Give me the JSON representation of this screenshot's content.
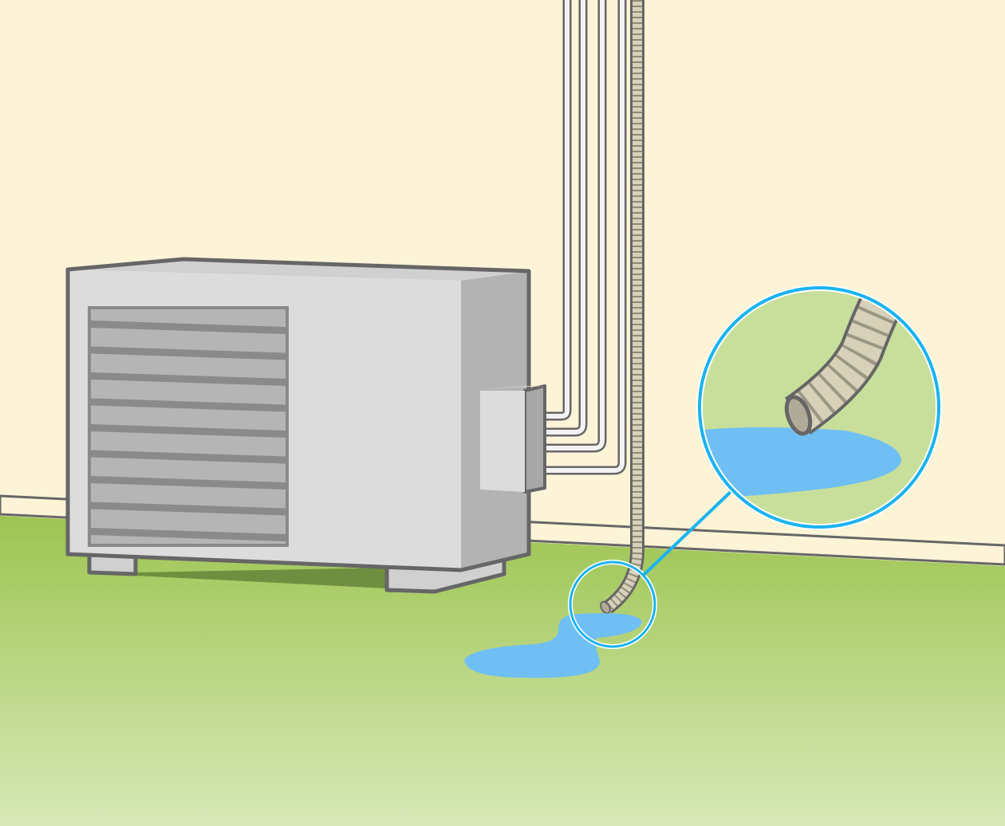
{
  "colors": {
    "wall": "#fdf4d8",
    "ground_top": "#9dc451",
    "ground_bottom": "#d8e8b8",
    "outline": "#666666",
    "unit_front": "#dcdcdc",
    "unit_side": "#b3b3b3",
    "unit_top": "#d0d0d0",
    "grille": "#8a8a8a",
    "pipe": "#f2f2f2",
    "hose": "#d6d1b8",
    "water": "#6fbff5",
    "magnifier_ring": "#1ab3f0",
    "magnifier_bg": "#c8df9b"
  },
  "icons": {
    "unit": "outdoor-air-conditioner-unit",
    "hose": "drain-hose",
    "puddle": "water-puddle",
    "magnifier": "zoom-callout-circle"
  }
}
